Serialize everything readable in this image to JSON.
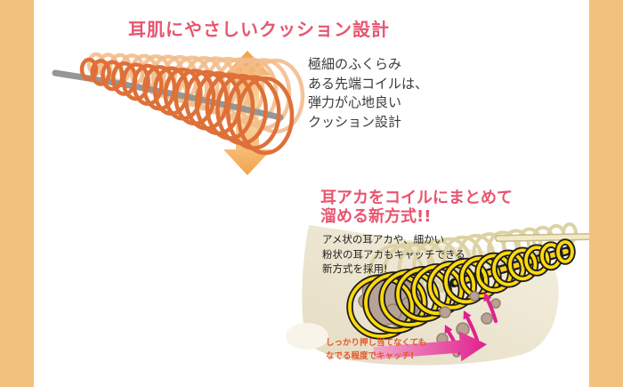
{
  "colors": {
    "border_orange": "#F2C17D",
    "accent_pink": "#E8556F",
    "text_dark": "#3a3a3a",
    "note_orange": "#E4572C",
    "coil_orange": "#DE7038",
    "coil_orange_light": "#F3BD8C",
    "arrow_orange": "#F2A24B",
    "arrow_orange_light": "#FBDFB2",
    "rod_gray": "#969696",
    "coil_yellow": "#FFD90A",
    "rod_yellow": "#F7D11E",
    "ghost_yellow": "#DCD2A4",
    "canal_beige": "#F4EFDF",
    "canal_shade": "#E5DCC3",
    "canal_lip": "#F8F4E9",
    "wax_brown": "#B7A295",
    "wax_outline": "#97806F",
    "pink_arrow": "#E0218E",
    "pink_arrow_light": "#F2A8CC"
  },
  "top_section": {
    "heading": "耳肌にやさしいクッション設計",
    "description_lines": [
      "極細のふくらみ",
      "ある先端コイルは、",
      "弾力が心地良い",
      "クッション設計"
    ],
    "illustration": {
      "name": "coil-tip-cushion-flex",
      "arrow_icon": "up-down-double-arrow"
    }
  },
  "bottom_section": {
    "heading_lines": [
      "耳アカをコイルにまとめて",
      "溜める新方式!!"
    ],
    "description_lines": [
      "アメ状の耳アカや、細かい",
      "粉状の耳アカもキャッチできる",
      "新方式を採用!"
    ],
    "note_lines": [
      "しっかり押し当てなくても",
      "なでる程度でキャッチ!"
    ],
    "illustration": {
      "name": "ear-canal-wax-catch",
      "arrow_icon": "right-sweep-arrow"
    }
  }
}
